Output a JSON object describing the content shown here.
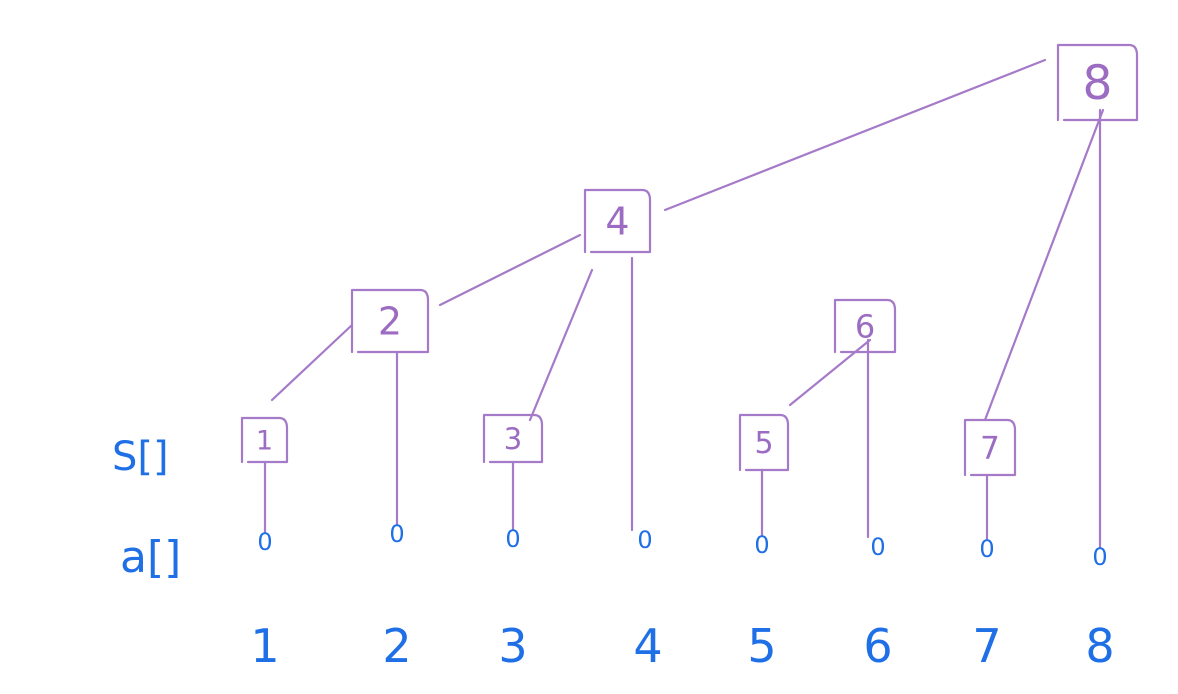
{
  "labels": {
    "s_array": "S[]",
    "a_array": "a[]"
  },
  "colors": {
    "tree": "#a57ac9",
    "array": "#1f6fe6"
  },
  "nodes": [
    {
      "id": 1,
      "label": "1",
      "parent": 2
    },
    {
      "id": 2,
      "label": "2",
      "parent": 4
    },
    {
      "id": 3,
      "label": "3",
      "parent": 4
    },
    {
      "id": 4,
      "label": "4",
      "parent": 8
    },
    {
      "id": 5,
      "label": "5",
      "parent": 6
    },
    {
      "id": 6,
      "label": "6",
      "parent": null
    },
    {
      "id": 7,
      "label": "7",
      "parent": 8
    },
    {
      "id": 8,
      "label": "8",
      "parent": null
    }
  ],
  "a_values": [
    "0",
    "0",
    "0",
    "0",
    "0",
    "0",
    "0",
    "0"
  ],
  "indices": [
    "1",
    "2",
    "3",
    "4",
    "5",
    "6",
    "7",
    "8"
  ]
}
